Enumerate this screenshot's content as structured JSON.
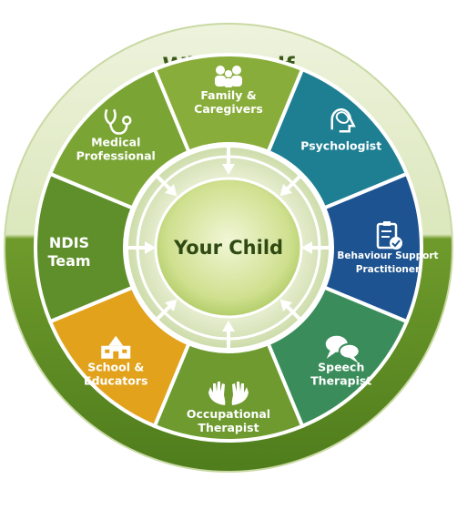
{
  "title": "Whole Self",
  "center_label": "Your Child",
  "segments": [
    {
      "id": "family",
      "line1": "Family &",
      "line2": "Caregivers",
      "icon": "family-icon",
      "color": "#89ad3a"
    },
    {
      "id": "psych",
      "line1": "Psychologist",
      "line2": "",
      "icon": "brain-icon",
      "color": "#1e7f93"
    },
    {
      "id": "behaviour",
      "line1": "Behaviour Support",
      "line2": "Practitioner",
      "icon": "clipboard-check-icon",
      "color": "#1d5390"
    },
    {
      "id": "speech",
      "line1": "Speech",
      "line2": "Therapist",
      "icon": "speech-bubbles-icon",
      "color": "#3a8d5a"
    },
    {
      "id": "ot",
      "line1": "Occupational",
      "line2": "Therapist",
      "icon": "hands-icon",
      "color": "#6e9a2f"
    },
    {
      "id": "school",
      "line1": "School &",
      "line2": "Educators",
      "icon": "school-icon",
      "color": "#e2a21c"
    },
    {
      "id": "ndis",
      "line1": "NDIS",
      "line2": "Team",
      "icon": "",
      "color": "#5f8f2a"
    },
    {
      "id": "medical",
      "line1": "Medical",
      "line2": "Professional",
      "icon": "stethoscope-icon",
      "color": "#7aa534"
    }
  ],
  "colors": {
    "outer_ring_top": "#d9e6b8",
    "outer_ring_bottom": "#5e8c23",
    "inner_ring": "#dfe9c6",
    "center": "#dbe9ac"
  }
}
